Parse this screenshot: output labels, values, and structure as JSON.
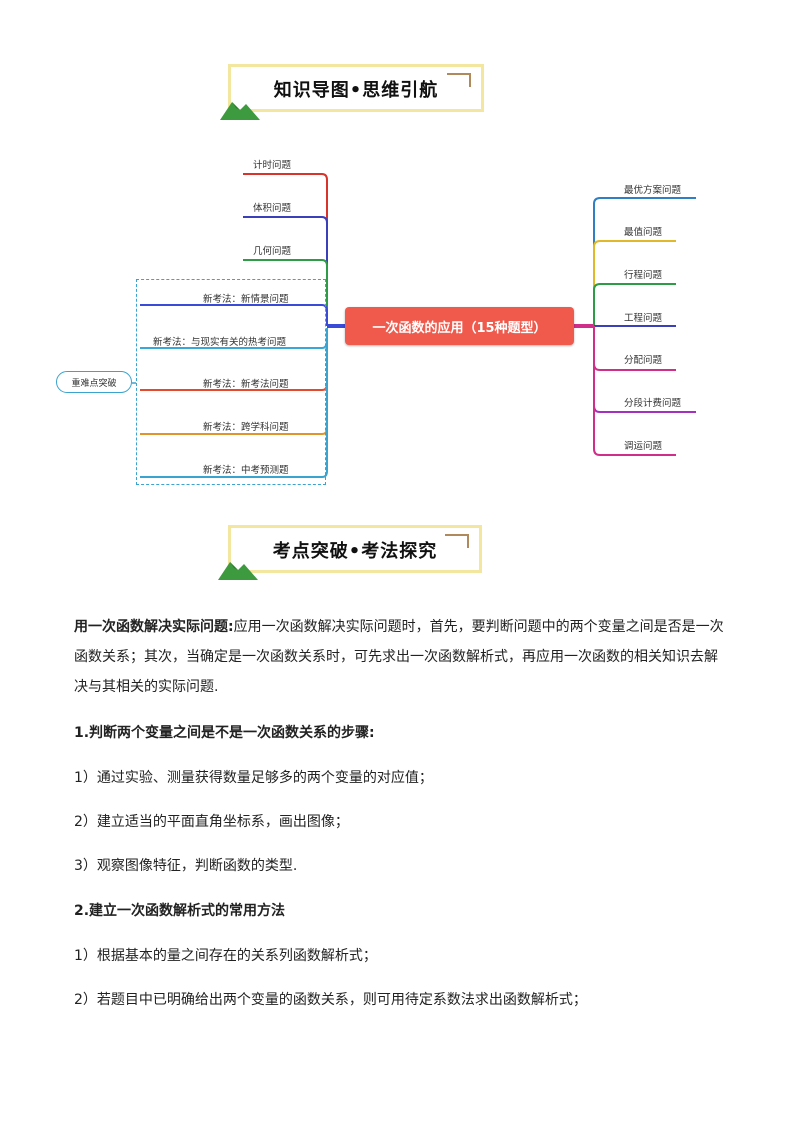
{
  "banners": {
    "top": "知识导图•思维引航",
    "middle": "考点突破•考法探究"
  },
  "mindmap": {
    "central": "一次函数的应用（15种题型）",
    "left_items": [
      "计时问题",
      "体积问题",
      "几何问题"
    ],
    "dashed_items": [
      "新考法：新情景问题",
      "新考法：与现实有关的热考问题",
      "新考法：新考法问题",
      "新考法：跨学科问题",
      "新考法：中考预测题"
    ],
    "bubble": "重难点突破",
    "right_items": [
      "最优方案问题",
      "最值问题",
      "行程问题",
      "工程问题",
      "分配问题",
      "分段计费问题",
      "调运问题"
    ],
    "colors": {
      "central_fill": "#ef5a4c",
      "left": [
        "#d9342b",
        "#3b3fb8",
        "#2e9b47",
        "#3a4bd8",
        "#39a8d8",
        "#e34b2f",
        "#e0952b",
        "#3aa3cf"
      ],
      "right": [
        "#2f7fc4",
        "#e0b82a",
        "#2e9b47",
        "#3b3fb8",
        "#cf2f8a",
        "#a52fbf",
        "#cf2f8a"
      ]
    }
  },
  "content": {
    "intro_bold": "用一次函数解决实际问题:",
    "intro_text": "应用一次函数解决实际问题时，首先，要判断问题中的两个变量之间是否是一次函数关系；其次，当确定是一次函数关系时，可先求出一次函数解析式，再应用一次函数的相关知识去解决与其相关的实际问题.",
    "h1": "1.判断两个变量之间是不是一次函数关系的步骤:",
    "s1_1": "1）通过实验、测量获得数量足够多的两个变量的对应值；",
    "s1_2": "2）建立适当的平面直角坐标系，画出图像；",
    "s1_3": "3）观察图像特征，判断函数的类型.",
    "h2": "2.建立一次函数解析式的常用方法",
    "s2_1": "1）根据基本的量之间存在的关系列函数解析式；",
    "s2_2": "2）若题目中已明确给出两个变量的函数关系，则可用待定系数法求出函数解析式；"
  }
}
